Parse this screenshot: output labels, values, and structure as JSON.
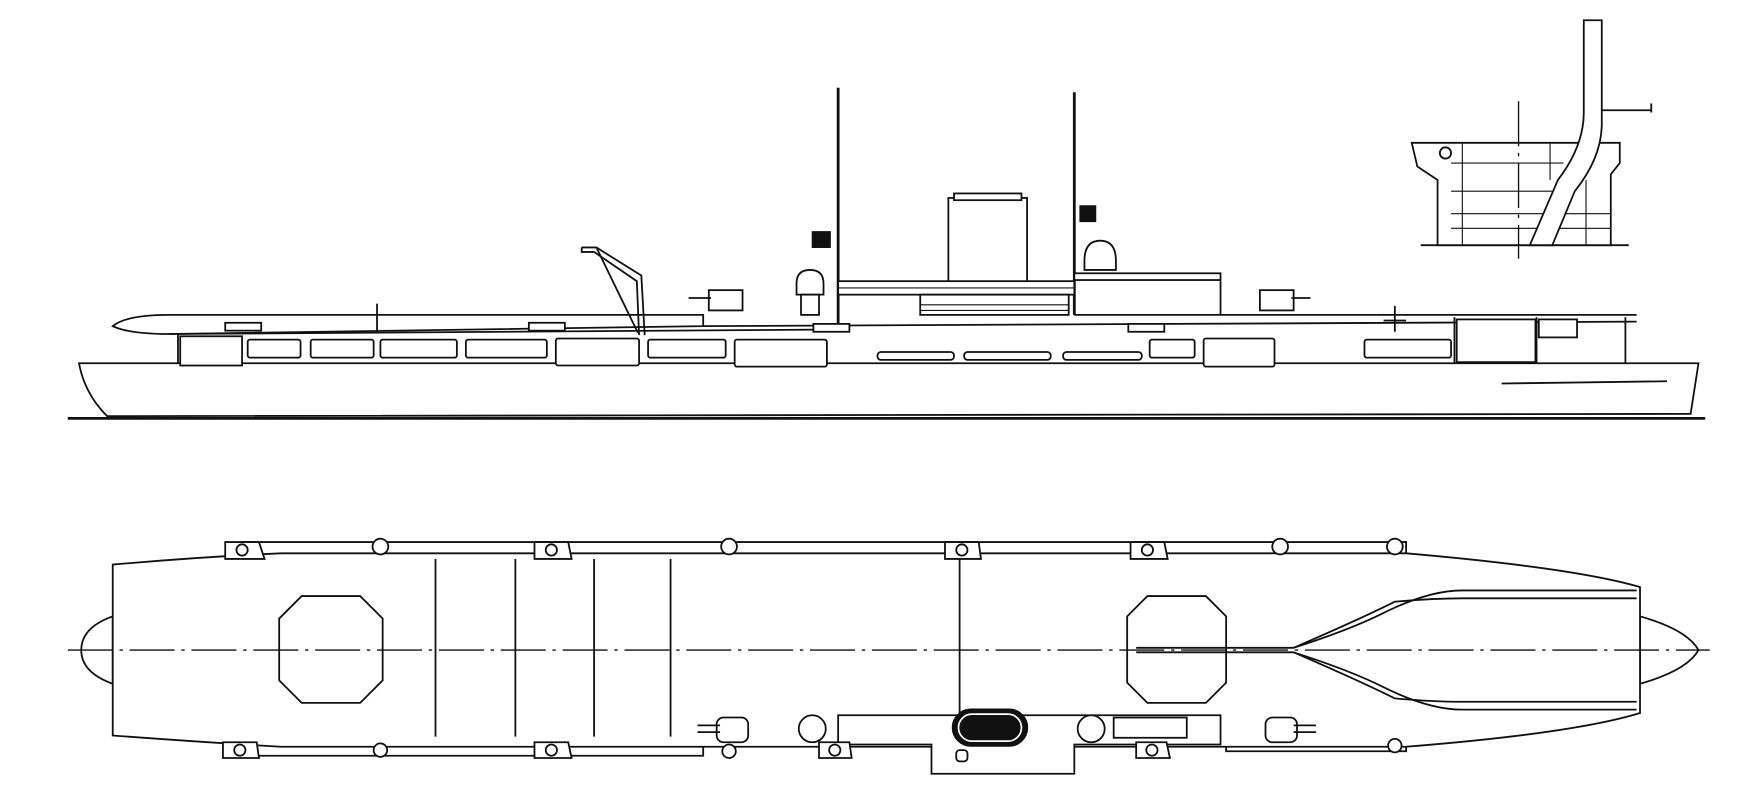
{
  "drawing": {
    "views": [
      "side-elevation",
      "plan-view",
      "funnel-section-detail"
    ],
    "line_color": "#111111",
    "background_color": "#ffffff"
  }
}
